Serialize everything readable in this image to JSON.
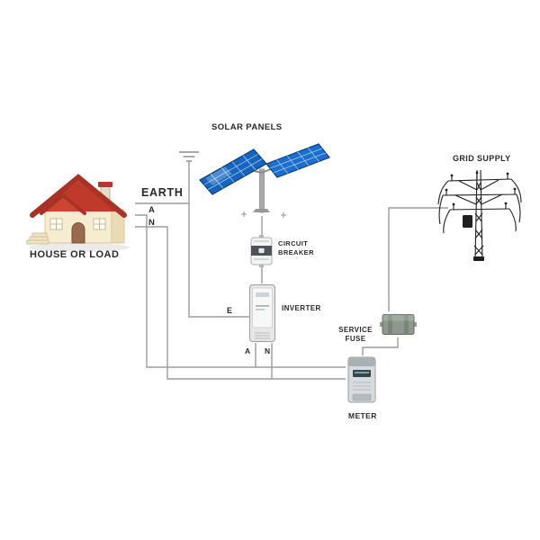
{
  "canvas": {
    "background": "#ffffff"
  },
  "colors": {
    "wire": "#9b9b9b",
    "label": "#2a2a2a",
    "panel_blue_left": "#1565c0",
    "panel_blue_right": "#1b6fd0",
    "roof_red": "#c03a2b",
    "tower_ink": "#1f1f1f"
  },
  "labels": {
    "solar_panels": "SOLAR PANELS",
    "grid_supply": "GRID SUPPLY",
    "earth": "EARTH",
    "house_wire_a": "A",
    "house_wire_n": "N",
    "house": "HOUSE OR LOAD",
    "circuit_breaker": "CIRCUIT BREAKER",
    "inverter": "INVERTER",
    "inverter_terminal_e": "E",
    "inverter_terminal_a": "A",
    "inverter_terminal_n": "N",
    "service_fuse": "SERVICE FUSE",
    "meter": "METER"
  }
}
